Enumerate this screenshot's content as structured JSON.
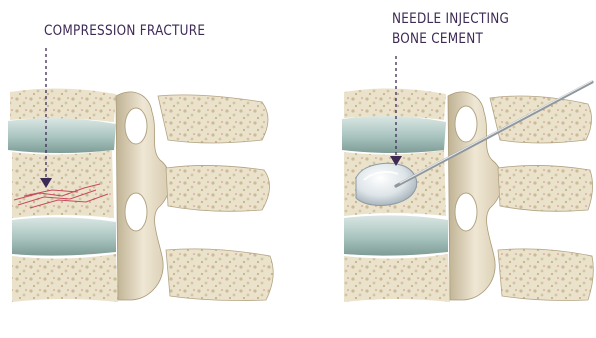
{
  "labels": {
    "compression_fracture": "COMPRESSION FRACTURE",
    "needle_line1": "NEEDLE INJECTING",
    "needle_line2": "BONE CEMENT"
  },
  "colors": {
    "label_text": "#3d2a55",
    "bone_body": "#ece3cf",
    "bone_shadow": "#cdbf9f",
    "disc": "#b9d0cc",
    "fracture": "#c2324a",
    "cement": "#dfe6ea",
    "needle": "#9aa0a6"
  }
}
